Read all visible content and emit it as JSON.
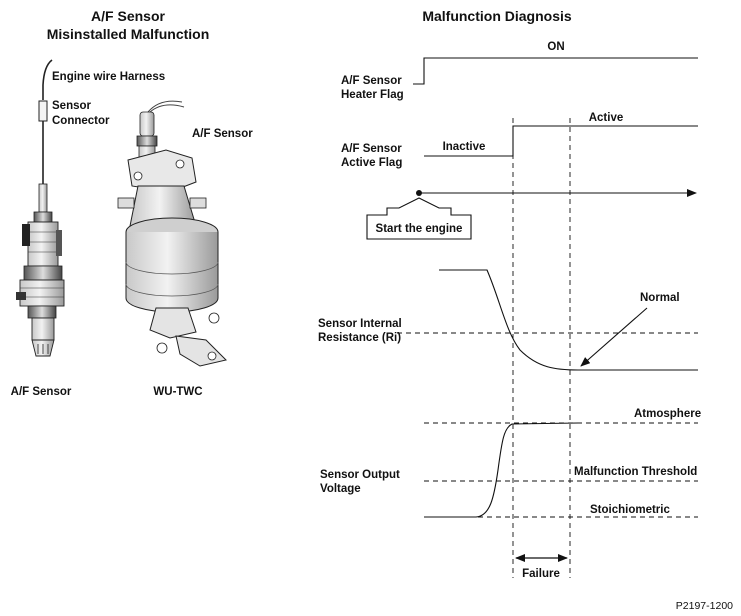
{
  "left_panel": {
    "title_line1": "A/F Sensor",
    "title_line2": "Misinstalled Malfunction",
    "harness_label": "Engine wire Harness",
    "connector_label_line1": "Sensor",
    "connector_label_line2": "Connector",
    "sensor_on_catalyst_label": "A/F Sensor",
    "sensor_caption": "A/F Sensor",
    "catalyst_caption": "WU-TWC"
  },
  "right_panel": {
    "title": "Malfunction Diagnosis",
    "heater_flag_line1": "A/F Sensor",
    "heater_flag_line2": "Heater Flag",
    "heater_on_label": "ON",
    "active_flag_line1": "A/F Sensor",
    "active_flag_line2": "Active Flag",
    "inactive_label": "Inactive",
    "active_label": "Active",
    "start_button": "Start the engine",
    "resistance_line1": "Sensor Internal",
    "resistance_line2": "Resistance (Ri)",
    "normal_label": "Normal",
    "voltage_line1": "Sensor Output",
    "voltage_line2": "Voltage",
    "atmosphere_label": "Atmosphere",
    "threshold_label": "Malfunction Threshold",
    "stoich_label": "Stoichiometric",
    "failure_label": "Failure"
  },
  "figure_id": "P2197-1200"
}
